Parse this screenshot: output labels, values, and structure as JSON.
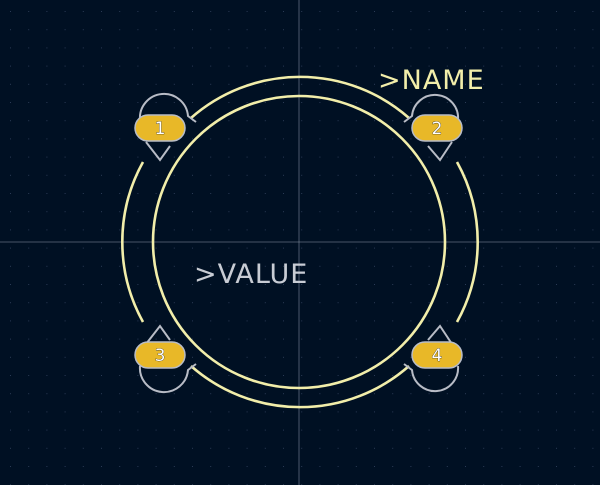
{
  "footprint": {
    "name_text": ">NAME",
    "value_text": ">VALUE",
    "pads": [
      {
        "number": "1"
      },
      {
        "number": "2"
      },
      {
        "number": "3"
      },
      {
        "number": "4"
      }
    ]
  },
  "colors": {
    "background": "#001023",
    "grid_dot": "#2a3a55",
    "crosshair": "#8a94a6",
    "silkscreen": "#f2eeaa",
    "pad_fill": "#e8b828",
    "pad_outline": "#b8bcc6",
    "pad_text": "#ffffff",
    "value_text": "#c8ccd4"
  }
}
